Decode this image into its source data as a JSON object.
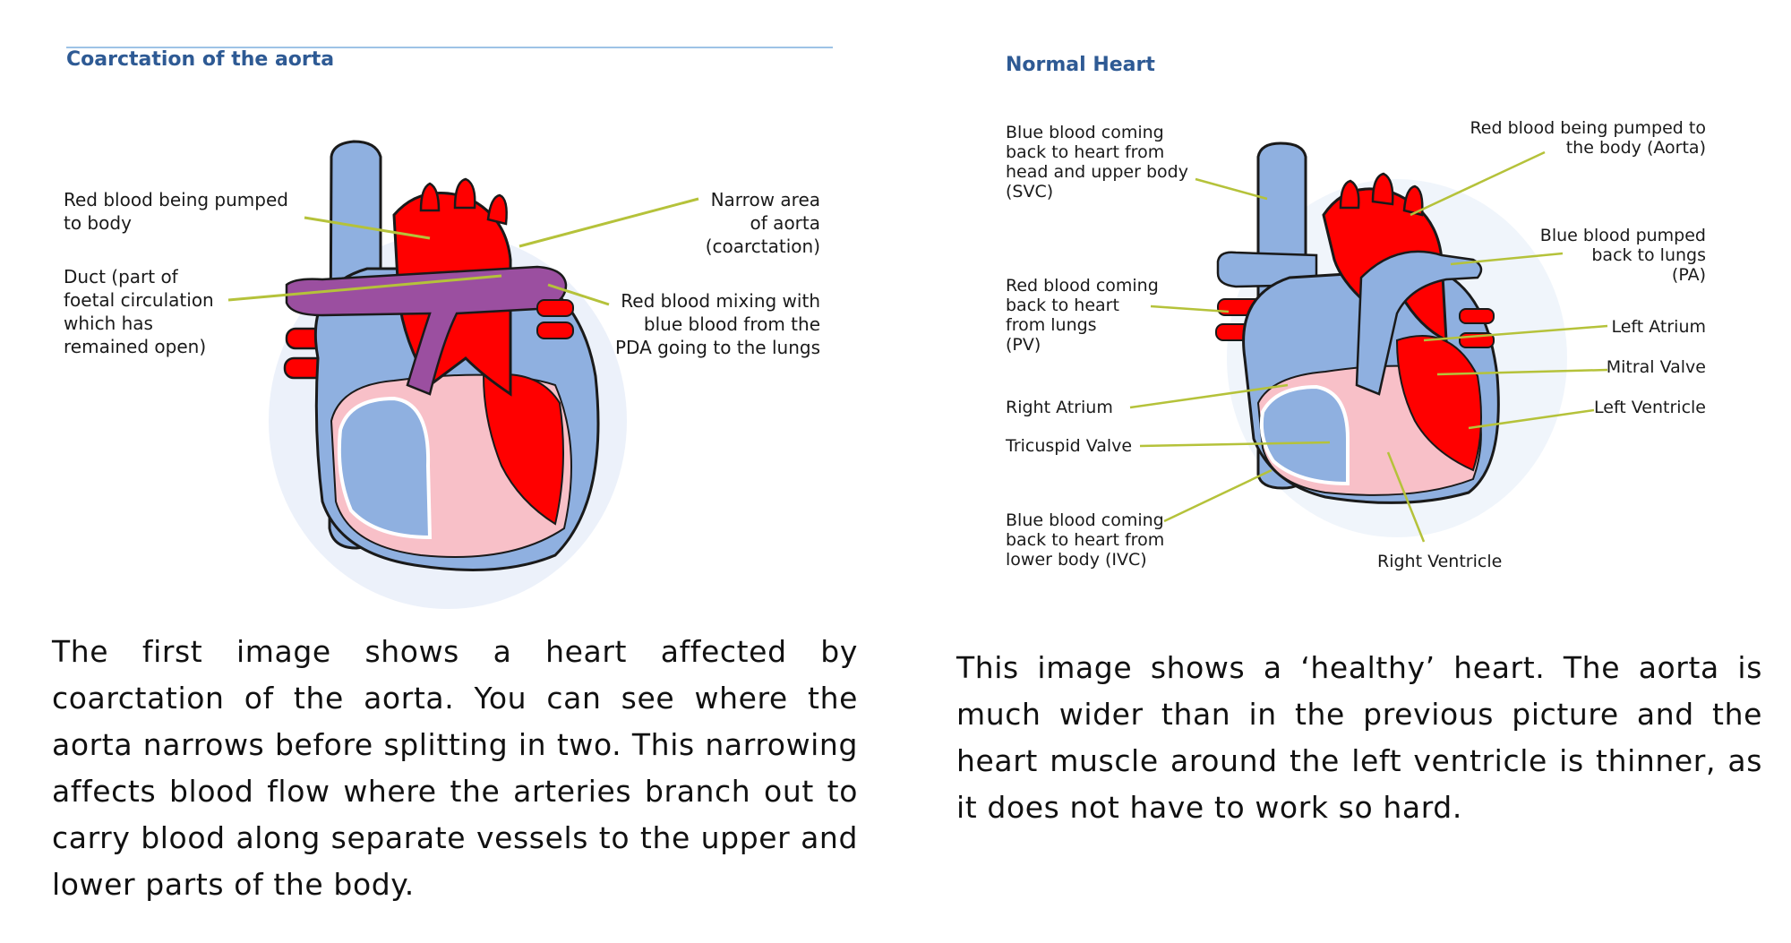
{
  "left": {
    "title": "Coarctation of the aorta",
    "labels": {
      "red_to_body": "Red blood being pumped\nto body",
      "duct": "Duct (part of\nfoetal circulation\nwhich has\nremained open)",
      "narrow": "Narrow area\nof aorta\n(coarctation)",
      "mixing": "Red blood mixing with\nblue blood from the\nPDA going to the lungs"
    },
    "caption": "The first image shows a heart affected by coarctation of the aorta. You can see where the aorta narrows before splitting in two. This narrowing affects blood flow where the arteries branch out to carry blood along separate vessels to the upper and lower parts of the body."
  },
  "right": {
    "title": "Normal Heart",
    "labels": {
      "svc": "Blue blood coming\nback to heart from\nhead and upper body\n(SVC)",
      "pv": "Red blood coming\nback to heart\nfrom lungs\n(PV)",
      "right_atrium": "Right Atrium",
      "tricuspid": "Tricuspid Valve",
      "ivc": "Blue blood coming\nback to heart from\nlower body (IVC)",
      "aorta": "Red blood being pumped to\nthe body (Aorta)",
      "pa": "Blue blood pumped\nback to lungs\n(PA)",
      "left_atrium": "Left Atrium",
      "mitral": "Mitral Valve",
      "left_ventricle": "Left Ventricle",
      "right_ventricle": "Right Ventricle"
    },
    "caption": "This image shows a ‘healthy’ heart. The aorta is much wider than in the previous picture and the heart muscle around the left ventricle is thinner, as it does not have to work so hard."
  },
  "colors": {
    "blue_blood": "#8fb0e0",
    "red_blood": "#ff0000",
    "duct_purple": "#9b4fa0",
    "pink_muscle": "#f8c0c8",
    "pointer_line": "#b5c23a",
    "title_blue": "#2e5a94"
  }
}
